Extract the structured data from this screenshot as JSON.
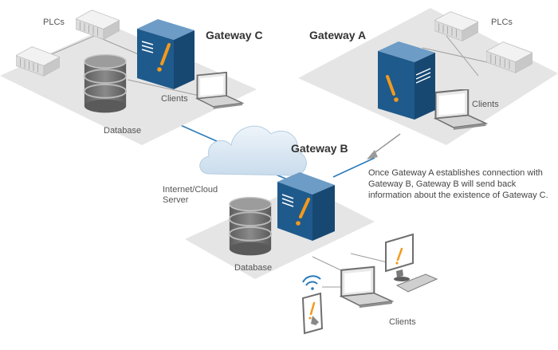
{
  "gateway_c": {
    "title": "Gateway C",
    "plcs_label": "PLCs",
    "clients_label": "Clients",
    "database_label": "Database"
  },
  "gateway_a": {
    "title": "Gateway A",
    "plcs_label": "PLCs",
    "clients_label": "Clients"
  },
  "gateway_b": {
    "title": "Gateway B",
    "clients_label": "Clients",
    "database_label": "Database"
  },
  "cloud": {
    "label_line1": "Internet/Cloud",
    "label_line2": "Server"
  },
  "note": {
    "line1": "Once Gateway A establishes connection with",
    "line2": "Gateway B, Gateway B will send back",
    "line3": "information about the existence of Gateway C."
  },
  "colors": {
    "server_blue": "#1f5a8c",
    "server_top": "#4f86b5",
    "accent_orange": "#f39a1c",
    "connection_line": "#2b7bb8",
    "platform": "#e4e4e4",
    "cloud_fill": "#d8e6f2"
  }
}
